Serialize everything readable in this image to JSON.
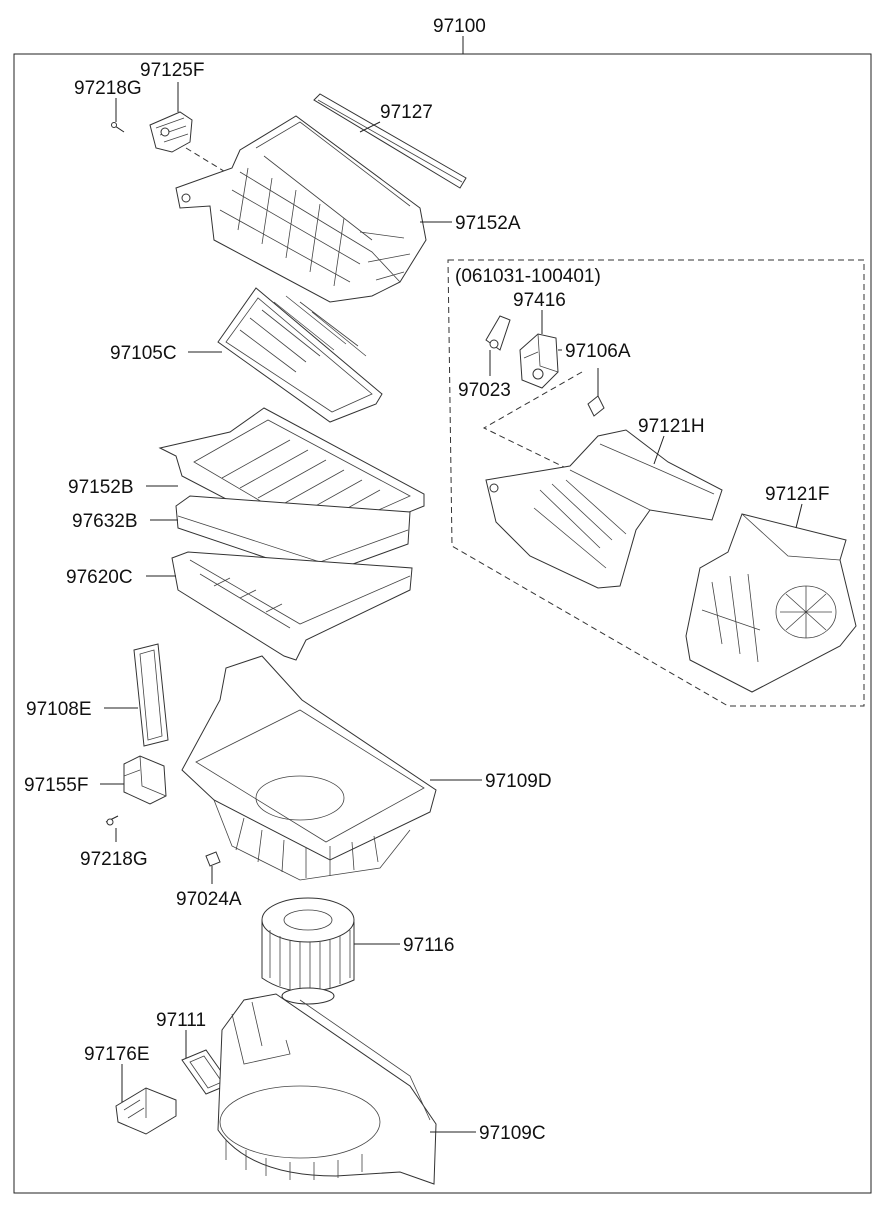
{
  "diagram": {
    "assembly_number": "97100",
    "inset_range": "(061031-100401)",
    "labels": {
      "p97125F": "97125F",
      "p97218G_top": "97218G",
      "p97127": "97127",
      "p97152A": "97152A",
      "p97105C": "97105C",
      "p97152B": "97152B",
      "p97632B": "97632B",
      "p97620C": "97620C",
      "p97108E": "97108E",
      "p97155F": "97155F",
      "p97218G_bottom": "97218G",
      "p97024A": "97024A",
      "p97109D": "97109D",
      "p97116": "97116",
      "p97111": "97111",
      "p97176E": "97176E",
      "p97109C": "97109C",
      "p97416": "97416",
      "p97106A": "97106A",
      "p97023": "97023",
      "p97121H": "97121H",
      "p97121F": "97121F"
    }
  }
}
